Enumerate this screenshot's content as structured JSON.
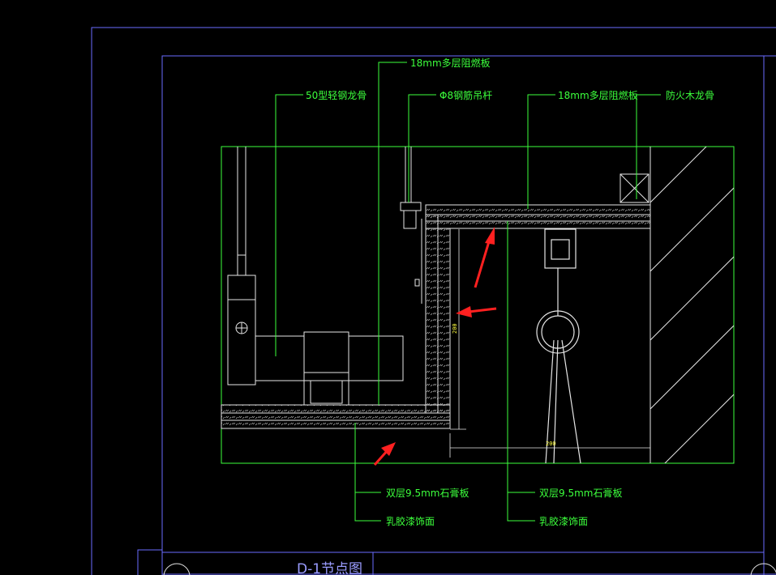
{
  "labels": {
    "board_top_left": "18mm多层阻燃板",
    "keel_50": "50型轻钢龙骨",
    "hanger_rod": "Φ8钢筋吊杆",
    "board_top_right": "18mm多层阻燃板",
    "fire_wood_keel": "防火木龙骨",
    "gypsum_left": "双层9.5mm石膏板",
    "latex_left": "乳胶漆饰面",
    "gypsum_right": "双层9.5mm石膏板",
    "latex_right": "乳胶漆饰面"
  },
  "dimensions": {
    "vertical": "200",
    "horizontal": "200"
  },
  "drawing_title": "D-1节点图",
  "colors": {
    "background": "#000000",
    "leader": "#3cff3c",
    "frame": "#6a6cff",
    "linework": "#e6e6e6",
    "dimension": "#ffff40",
    "arrow": "#ff2020"
  }
}
